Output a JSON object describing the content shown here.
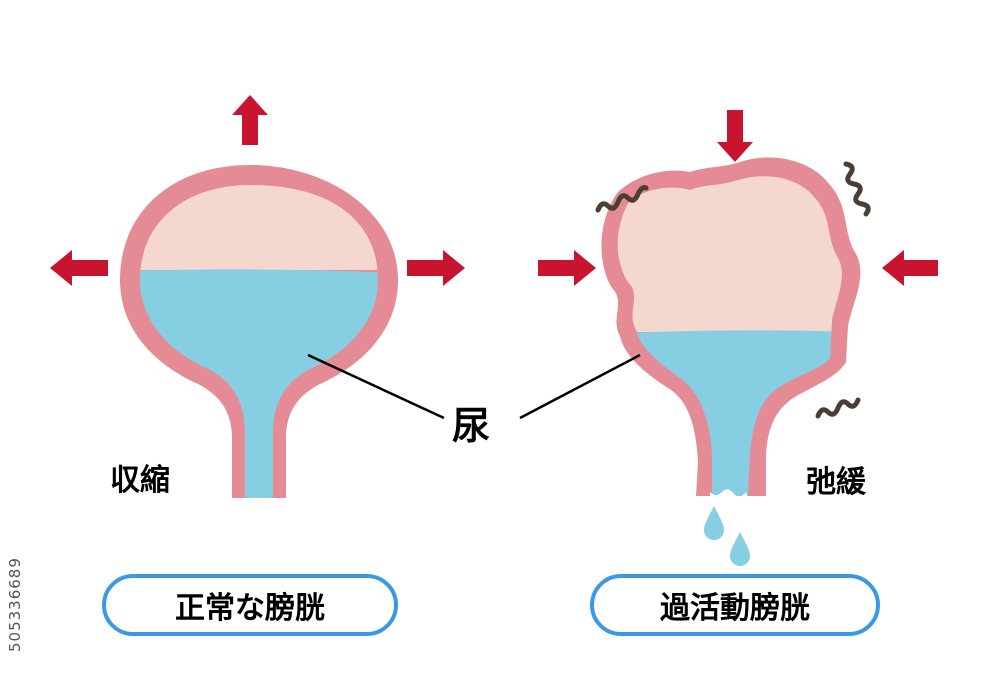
{
  "labels": {
    "urine": "尿",
    "contraction": "収縮",
    "relaxation": "弛緩"
  },
  "captions": {
    "normal": "正常な膀胱",
    "overactive": "過活動膀胱"
  },
  "stock_id": "505336689",
  "colors": {
    "bladder_wall": "#e58b95",
    "bladder_inner": "#f4d8d0",
    "urine": "#86cfe2",
    "arrow": "#c8142e",
    "caption_border": "#3a98e6",
    "squiggle": "#4a3e35"
  },
  "icons": {
    "arrows": "arrow-icon",
    "tremor": "squiggle-icon",
    "drops": "droplet-icon"
  }
}
